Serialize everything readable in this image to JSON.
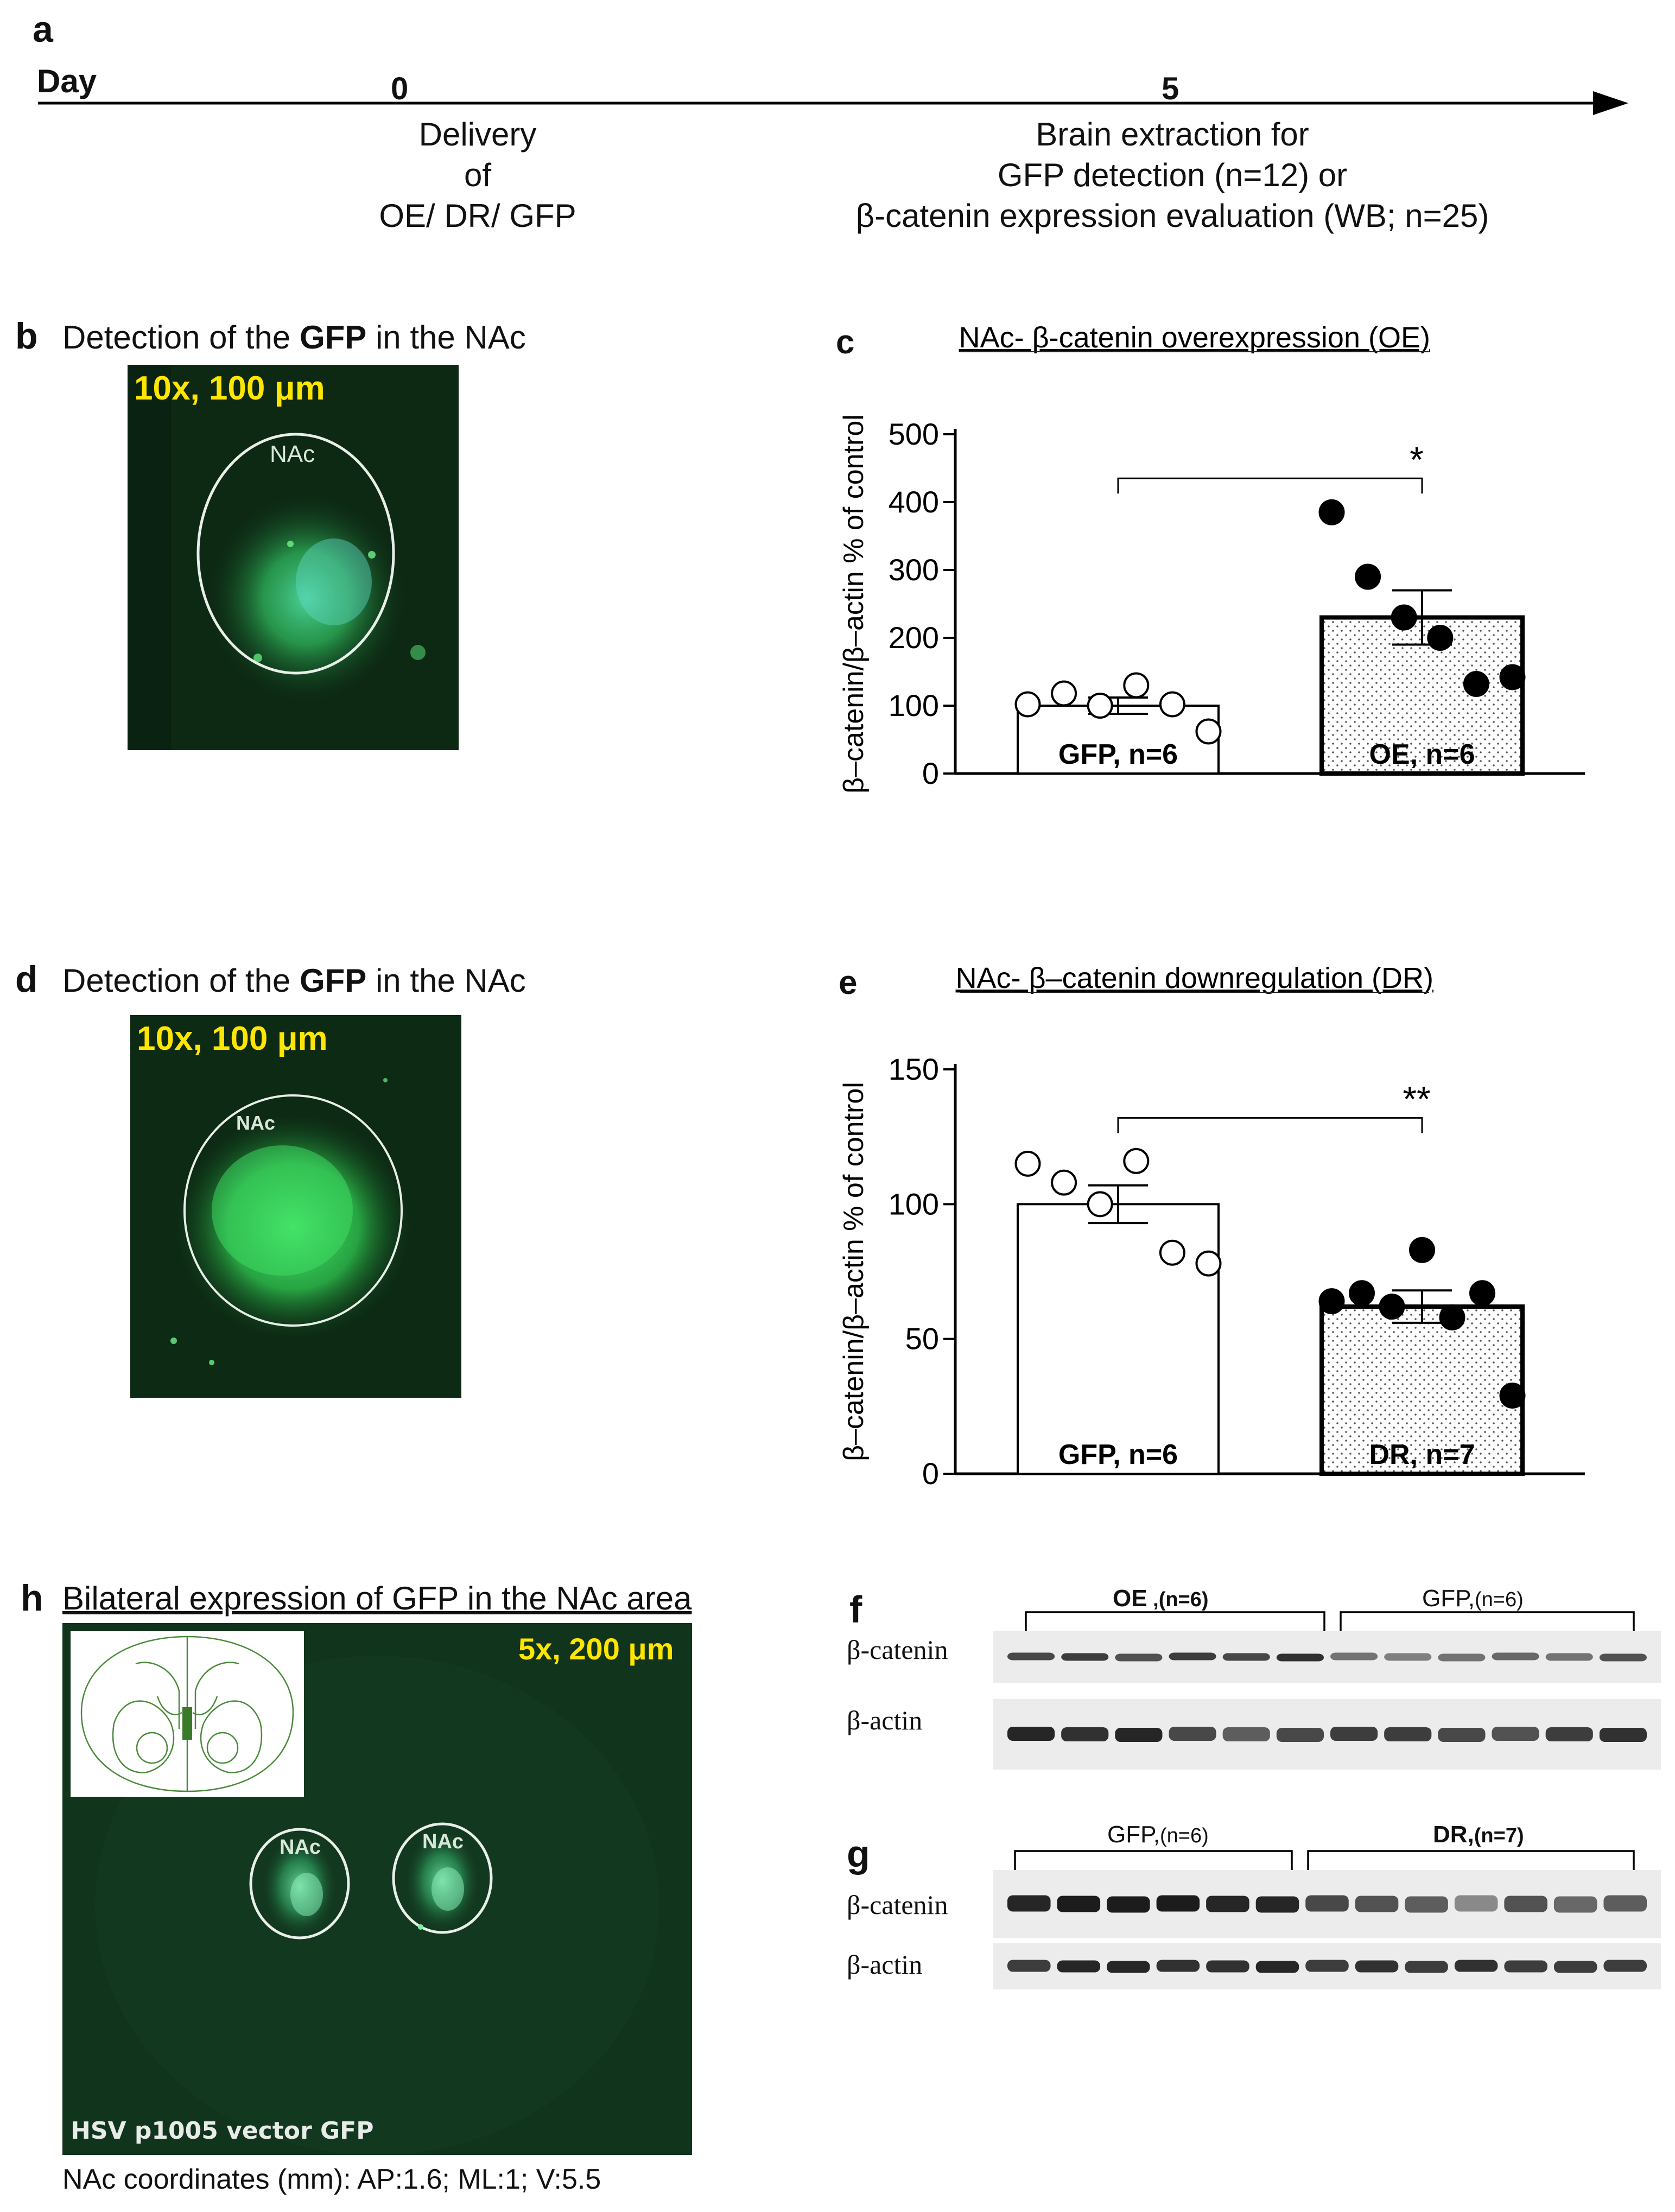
{
  "panel_a": {
    "label": "a",
    "day_label": "Day",
    "tick0": "0",
    "tick5": "5",
    "delivery_lines": [
      "Delivery",
      "of",
      "OE/ DR/ GFP"
    ],
    "extraction_lines": [
      "Brain extraction for",
      "GFP detection (n=12)  or",
      "β-catenin expression evaluation (WB; n=25)"
    ]
  },
  "panel_b": {
    "label": "b",
    "title_pre": "Detection of the ",
    "title_bold": "GFP",
    "title_post": " in the NAc",
    "magnification": "10x, 100 μm",
    "region": "NAc"
  },
  "panel_d": {
    "label": "d",
    "title_pre": "Detection of the ",
    "title_bold": "GFP",
    "title_post": " in the NAc",
    "magnification": "10x, 100 μm",
    "region": "NAc"
  },
  "panel_h": {
    "label": "h",
    "title": "Bilateral expression of GFP in the NAc area",
    "magnification": "5x, 200 μm",
    "region_left": "NAc",
    "region_right": "NAc",
    "vector": "HSV p1005 vector  GFP",
    "coordinates": "NAc coordinates (mm): AP:1.6; ML:1; V:5.5"
  },
  "panel_f": {
    "label": "f",
    "group1": "OE",
    "group1_n": " ,(n=6)",
    "group2": "GFP,",
    "group2_n": "(n=6)",
    "row1": "β-catenin",
    "row2": "β-actin"
  },
  "panel_g": {
    "label": "g",
    "group1": "GFP,",
    "group1_n": "(n=6)",
    "group2": "DR,",
    "group2_n": "(n=7)",
    "row1": "β-catenin",
    "row2": "β-actin"
  },
  "colors": {
    "micrograph_bg": "#0c2612",
    "gfp_green": "#39d15e",
    "label_yellow": "#ffe600"
  },
  "chart_data": [
    {
      "panel": "c",
      "type": "bar",
      "title": "NAc- β-catenin overexpression (OE)",
      "ylabel": "β–catenin/β–actin % of control",
      "ylim": [
        0,
        500
      ],
      "yticks": [
        0,
        100,
        200,
        300,
        400,
        500
      ],
      "categories": [
        "GFP, n=6",
        "OE, n=6"
      ],
      "values": [
        100,
        230
      ],
      "sem": [
        12,
        40
      ],
      "bar_fill": [
        "open",
        "dotted"
      ],
      "points": [
        [
          102,
          118,
          100,
          130,
          102,
          62
        ],
        [
          385,
          290,
          230,
          200,
          132,
          142
        ]
      ],
      "significance": "*"
    },
    {
      "panel": "e",
      "type": "bar",
      "title": "NAc- β–catenin downregulation (DR)",
      "ylabel": "β–catenin/β–actin % of control",
      "ylim": [
        0,
        150
      ],
      "yticks": [
        0,
        50,
        100,
        150
      ],
      "categories": [
        "GFP, n=6",
        "DR, n=7"
      ],
      "values": [
        100,
        62
      ],
      "sem": [
        7,
        6
      ],
      "bar_fill": [
        "open",
        "dotted"
      ],
      "points": [
        [
          115,
          108,
          100,
          116,
          82,
          78
        ],
        [
          64,
          67,
          62,
          83,
          58,
          67,
          29
        ]
      ],
      "significance": "**"
    }
  ]
}
